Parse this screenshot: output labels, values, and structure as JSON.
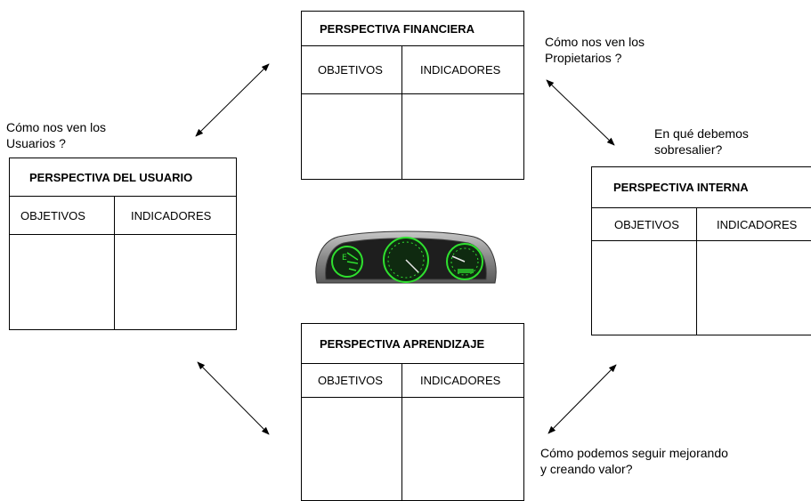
{
  "boxes": {
    "financiera": {
      "title": "PERSPECTIVA FINANCIERA",
      "col1": "OBJETIVOS",
      "col2": "INDICADORES"
    },
    "usuario": {
      "title": "PERSPECTIVA DEL USUARIO",
      "col1": "OBJETIVOS",
      "col2": "INDICADORES"
    },
    "interna": {
      "title": "PERSPECTIVA INTERNA",
      "col1": "OBJETIVOS",
      "col2": "INDICADORES"
    },
    "aprendizaje": {
      "title": "PERSPECTIVA APRENDIZAJE",
      "col1": "OBJETIVOS",
      "col2": "INDICADORES"
    }
  },
  "captions": {
    "propietarios_1": "Cómo nos ven los",
    "propietarios_2": "Propietarios ?",
    "usuarios_1": "Cómo nos ven los",
    "usuarios_2": "Usuarios ?",
    "sobresalir_1": "En qué debemos",
    "sobresalir_2": "sobresalier?",
    "mejorando_1": "Cómo podemos seguir mejorando",
    "mejorando_2": "y creando valor?"
  },
  "icons": {
    "center": "dashboard-gauges-icon"
  },
  "colors": {
    "gauge_green": "#2fe02f",
    "panel_gray": "#8a8a8a",
    "gauge_face": "#0f2a10"
  }
}
